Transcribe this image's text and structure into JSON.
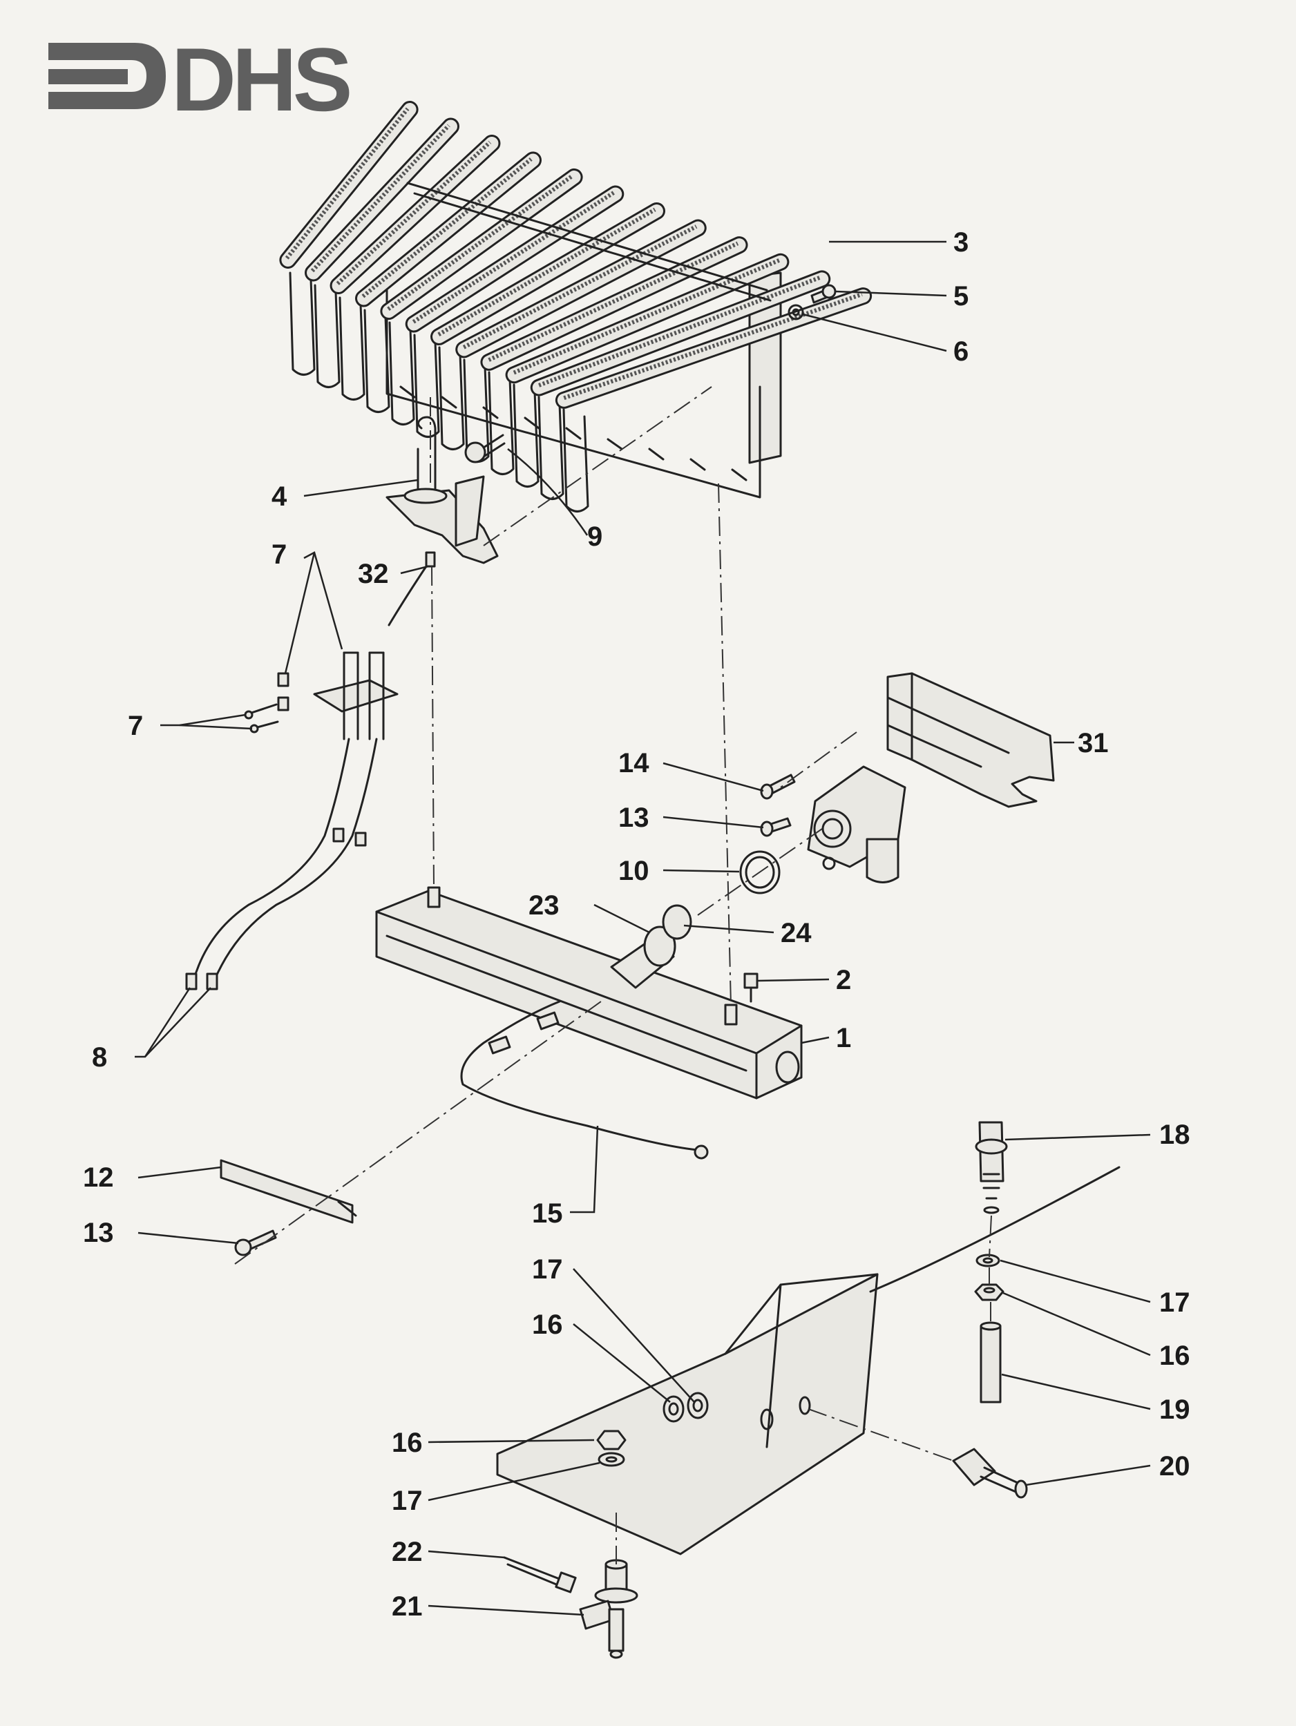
{
  "logo": {
    "text": "DHS"
  },
  "colors": {
    "ink": "#222222",
    "logo": "#5f5f5f",
    "paper": "#f4f3ef"
  },
  "callouts": [
    {
      "id": "c3",
      "text": "3"
    },
    {
      "id": "c5",
      "text": "5"
    },
    {
      "id": "c6",
      "text": "6"
    },
    {
      "id": "c4",
      "text": "4"
    },
    {
      "id": "c9",
      "text": "9"
    },
    {
      "id": "c7a",
      "text": "7"
    },
    {
      "id": "c32",
      "text": "32"
    },
    {
      "id": "c7b",
      "text": "7"
    },
    {
      "id": "c31",
      "text": "31"
    },
    {
      "id": "c14",
      "text": "14"
    },
    {
      "id": "c13a",
      "text": "13"
    },
    {
      "id": "c10",
      "text": "10"
    },
    {
      "id": "c23",
      "text": "23"
    },
    {
      "id": "c24",
      "text": "24"
    },
    {
      "id": "c2",
      "text": "2"
    },
    {
      "id": "c1",
      "text": "1"
    },
    {
      "id": "c8",
      "text": "8"
    },
    {
      "id": "c18",
      "text": "18"
    },
    {
      "id": "c12",
      "text": "12"
    },
    {
      "id": "c13b",
      "text": "13"
    },
    {
      "id": "c15",
      "text": "15"
    },
    {
      "id": "c17a",
      "text": "17"
    },
    {
      "id": "c17b",
      "text": "17"
    },
    {
      "id": "c16a",
      "text": "16"
    },
    {
      "id": "c16b",
      "text": "16"
    },
    {
      "id": "c19",
      "text": "19"
    },
    {
      "id": "c16c",
      "text": "16"
    },
    {
      "id": "c20",
      "text": "20"
    },
    {
      "id": "c17c",
      "text": "17"
    },
    {
      "id": "c22",
      "text": "22"
    },
    {
      "id": "c21",
      "text": "21"
    }
  ]
}
